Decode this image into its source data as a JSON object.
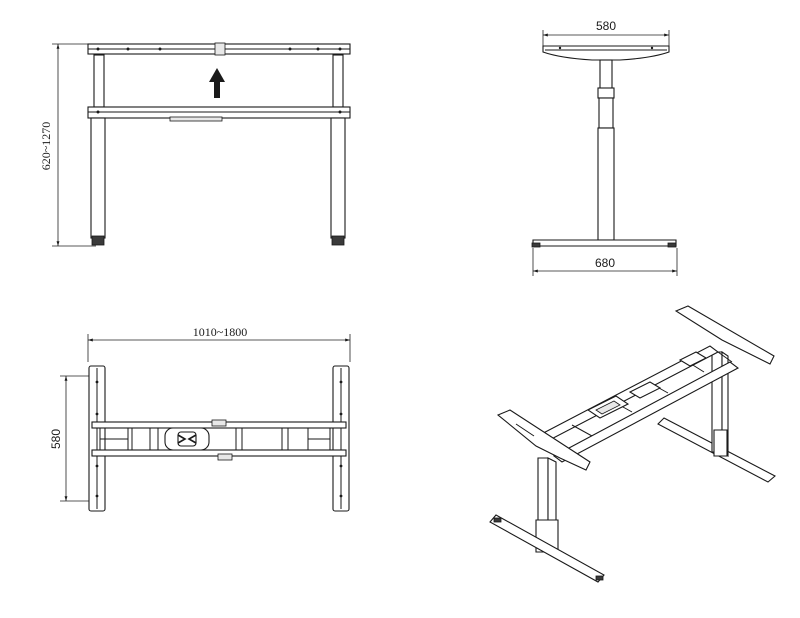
{
  "views": {
    "front": {
      "height_range": "620~1270"
    },
    "side": {
      "top_width": "580",
      "foot_length": "680"
    },
    "top": {
      "length_range": "1010~1800",
      "width": "580"
    },
    "isometric": {}
  }
}
